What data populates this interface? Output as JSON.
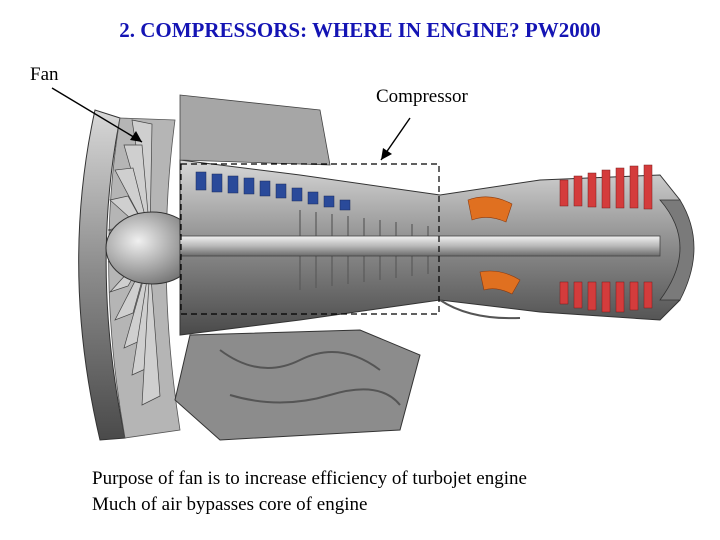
{
  "slide": {
    "title": "2. COMPRESSORS: WHERE IN ENGINE? PW2000",
    "labels": {
      "fan": "Fan",
      "compressor": "Compressor"
    },
    "caption": [
      "Purpose of fan is to increase efficiency of turbojet engine",
      "Much of air bypasses core of engine"
    ]
  },
  "colors": {
    "title": "#1414b4",
    "engine_metal": "#9a9a9a",
    "compressor_blades": "#2a4a9a",
    "turbine_blades": "#d43c3c",
    "combustor": "#e07020"
  },
  "icons": {
    "diagram": "turbofan-engine-cutaway",
    "fan_arrow": "arrow",
    "compressor_arrow": "arrow",
    "compressor_box": "dashed-rectangle"
  }
}
